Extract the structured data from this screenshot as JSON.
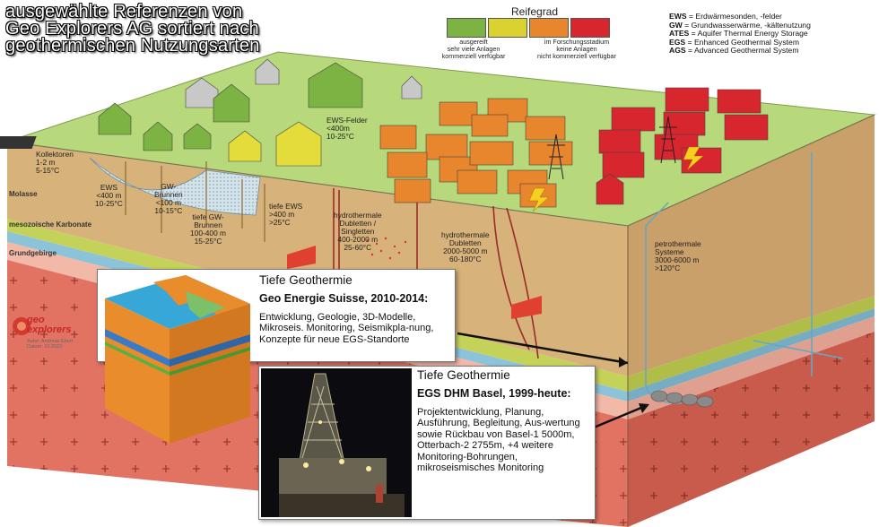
{
  "title": {
    "line1": "ausgewählte Referenzen von",
    "line2": "Geo Explorers AG sortiert nach",
    "line3": "geothermischen Nutzungsarten"
  },
  "legend": {
    "title": "Reifegrad",
    "colors": [
      "#7cb342",
      "#d9d230",
      "#e8862e",
      "#d8262e"
    ],
    "label_left": [
      "ausgereift",
      "sehr viele Anlagen",
      "kommerziell verfügbar"
    ],
    "label_right": [
      "im Forschungsstadium",
      "keine Anlagen",
      "nicht kommerziell verfügbar"
    ]
  },
  "abbreviations": [
    {
      "abbr": "EWS",
      "text": " = Erdwärmesonden, -felder"
    },
    {
      "abbr": "GW",
      "text": " = Grundwasserwärme, -kältenutzung"
    },
    {
      "abbr": "ATES",
      "text": " = Aquifer Thermal Energy Storage"
    },
    {
      "abbr": "EGS",
      "text": " = Enhanced Geothermal System"
    },
    {
      "abbr": "AGS",
      "text": " = Advanced Geothermal System"
    }
  ],
  "layers": {
    "molasse": "Molasse",
    "karbonate": "mesozoische Karbonate",
    "grundgebirge": "Grundgebirge"
  },
  "labels": {
    "kollektoren": [
      "Kollektoren",
      "1-2 m",
      "5-15°C"
    ],
    "ews": [
      "EWS",
      "<400 m",
      "10-25°C"
    ],
    "gw_brunnen": [
      "GW-",
      "Brunnen",
      "<100 m",
      "10-15°C"
    ],
    "tiefe_gw": [
      "tiefe GW-",
      "Brunnen",
      "100-400 m",
      "15-25°C"
    ],
    "ews_felder": [
      "EWS-Felder",
      "<400m",
      "10-25°C"
    ],
    "tiefe_ews": [
      "tiefe EWS",
      ">400 m",
      ">25°C"
    ],
    "hydro_singletten": [
      "hydrothermale",
      "Dubletten /",
      "Singletten",
      "400-2000 m",
      "25-60°C"
    ],
    "hydro_dubletten": [
      "hydrothermale",
      "Dubletten",
      "2000-5000 m",
      "60-180°C"
    ],
    "petro": [
      "petrothermale",
      "Systeme",
      "3000-6000 m",
      ">120°C"
    ]
  },
  "logo": {
    "line1": "geo",
    "line2": "explorers",
    "small1": "Autor: Andreas Ebert",
    "small2": "Datum: 10.2023"
  },
  "card1": {
    "title": "Tiefe Geothermie",
    "subtitle": "Geo Energie Suisse, 2010-2014:",
    "body": "Entwicklung, Geologie, 3D-Modelle, Mikroseis. Monitoring, Seismikpla-nung, Konzepte für neue EGS-Standorte"
  },
  "card2": {
    "title": "Tiefe Geothermie",
    "subtitle": "EGS DHM Basel, 1999-heute:",
    "body": "Projektentwicklung, Planung, Ausführung, Begleitung, Aus-wertung sowie Rückbau von Basel-1 5000m, Otterbach-2 2755m, +4 weitere Monitoring-Bohrungen, mikroseismisches Monitoring"
  }
}
